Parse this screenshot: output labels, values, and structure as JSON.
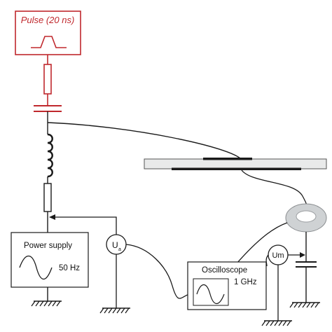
{
  "pulse_generator": {
    "label": "Pulse (20 ns)"
  },
  "power_supply": {
    "label": "Power supply",
    "frequency": "50 Hz"
  },
  "voltmeter_ua": {
    "symbol": "U",
    "subscript": "a"
  },
  "voltmeter_um": {
    "label": "Um"
  },
  "oscilloscope": {
    "label": "Oscilloscope",
    "bandwidth": "1 GHz"
  },
  "colors": {
    "pulse": "#c0282d",
    "wire": "#1a1a1a",
    "plate": "#e9eaea",
    "toroid": "#cfd2d4"
  }
}
